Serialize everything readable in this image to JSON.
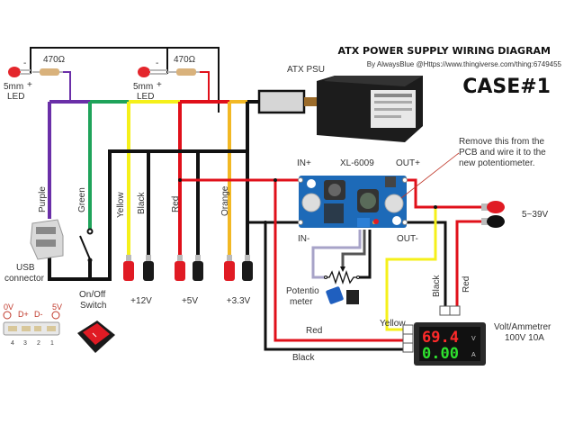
{
  "header": {
    "title": "ATX POWER SUPPLY WIRING DIAGRAM",
    "byline": "By AlwaysBlue @Https://www.thingiverse.com/thing:6749455",
    "case_label": "CASE#1"
  },
  "leds": [
    {
      "resistor": "470Ω",
      "minus": "-",
      "plus": "+",
      "size": "5mm",
      "label": "LED"
    },
    {
      "resistor": "470Ω",
      "minus": "-",
      "plus": "+",
      "size": "5mm",
      "label": "LED"
    }
  ],
  "psu": {
    "label": "ATX PSU"
  },
  "wires": {
    "purple": "Purple",
    "green": "Green",
    "yellow": "Yellow",
    "black": "Black",
    "red": "Red",
    "orange": "Orange",
    "meter_black": "Black",
    "meter_red": "Red",
    "meter_yellow": "Yellow",
    "bottom_red": "Red",
    "bottom_black": "Black"
  },
  "components": {
    "usb": "USB",
    "usb2": "connector",
    "switch1": "On/Off",
    "switch2": "Switch",
    "pot1": "Potentio",
    "pot2": "meter",
    "module": "XL-6009",
    "in_plus": "IN+",
    "in_minus": "IN-",
    "out_plus": "OUT+",
    "out_minus": "OUT-",
    "note": [
      "Remove this from the",
      "PCB and wire it to the",
      "new potentiometer."
    ],
    "output_range": "5~39V",
    "meter1": "Volt/Ammetrer",
    "meter2": "100V 10A",
    "meter_volts": "69.4",
    "meter_amps": "0.00",
    "meter_v_unit": "V",
    "meter_a_unit": "A"
  },
  "terminals": [
    "+12V",
    "+5V",
    "+3.3V"
  ],
  "usb_pinout": {
    "labels": [
      "0V",
      "D+",
      "D-",
      "5V"
    ],
    "numbers": [
      "4",
      "3",
      "2",
      "1"
    ]
  },
  "colors": {
    "purple": "#6a2fa8",
    "green": "#1fa35a",
    "yellow": "#f5f01a",
    "red": "#e0101a",
    "orange": "#f2b824",
    "black": "#111111",
    "grey": "#a7a3c8"
  }
}
